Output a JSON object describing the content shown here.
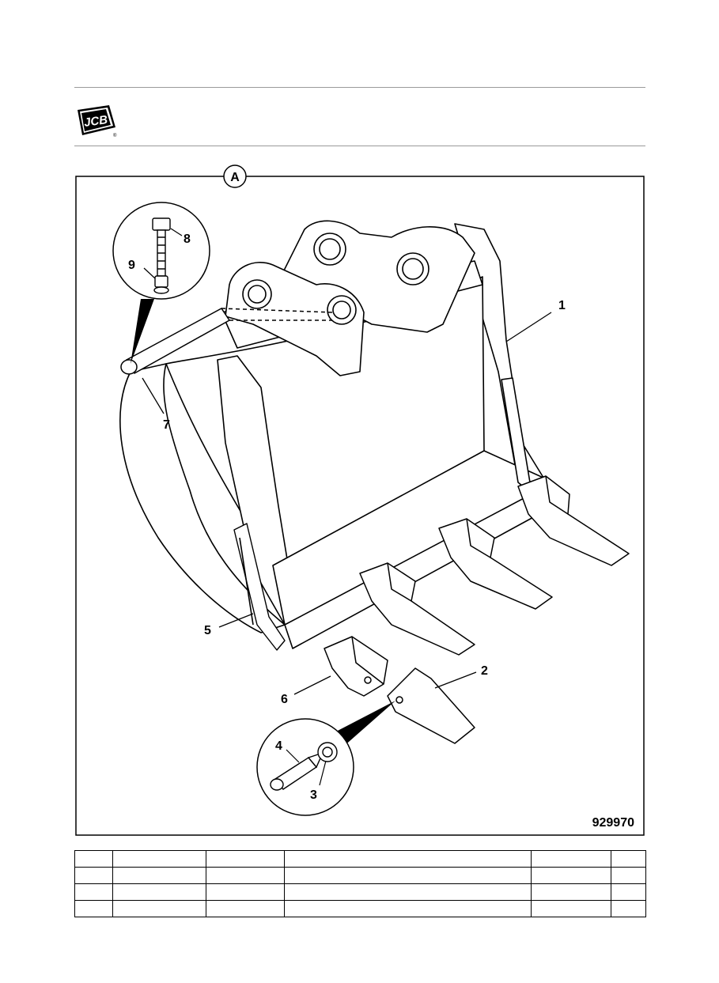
{
  "brand": {
    "logo_text": "JCB",
    "trademark": "®"
  },
  "figure": {
    "view_label": "A",
    "figure_number": "929970",
    "callouts": [
      "1",
      "2",
      "3",
      "4",
      "5",
      "6",
      "7",
      "8",
      "9"
    ]
  },
  "parts_table": {
    "columns": 6,
    "rows": [
      [
        "",
        "",
        "",
        "",
        "",
        ""
      ],
      [
        "",
        "",
        "",
        "",
        "",
        ""
      ],
      [
        "",
        "",
        "",
        "",
        "",
        ""
      ],
      [
        "",
        "",
        "",
        "",
        "",
        ""
      ]
    ]
  }
}
